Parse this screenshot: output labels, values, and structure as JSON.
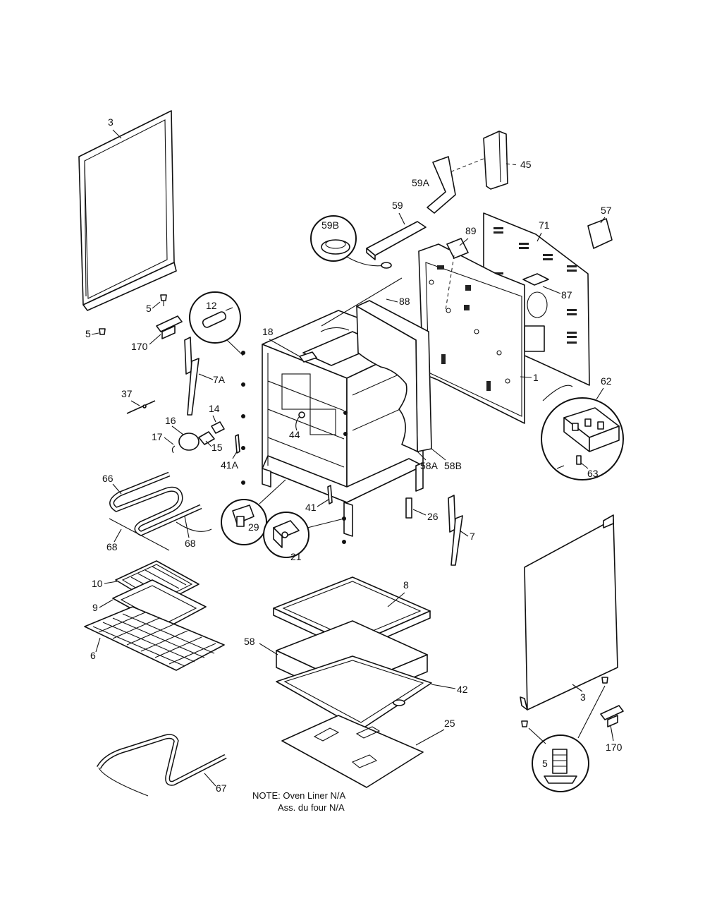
{
  "labels": {
    "p3_left": "3",
    "p5_a": "5",
    "p5_b": "5",
    "p170_left": "170",
    "p12": "12",
    "p18": "18",
    "p7A": "7A",
    "p37": "37",
    "p14": "14",
    "p16": "16",
    "p17": "17",
    "p15": "15",
    "p41A": "41A",
    "p44": "44",
    "p66": "66",
    "p68_a": "68",
    "p68_b": "68",
    "p29": "29",
    "p41": "41",
    "p21": "21",
    "p26": "26",
    "p7": "7",
    "p10": "10",
    "p9": "9",
    "p6": "6",
    "p8": "8",
    "p58": "58",
    "p42": "42",
    "p25": "25",
    "p67": "67",
    "p45": "45",
    "p59A": "59A",
    "p59": "59",
    "p59B": "59B",
    "p57": "57",
    "p89": "89",
    "p71": "71",
    "p88": "88",
    "p87": "87",
    "p1": "1",
    "p62": "62",
    "p63": "63",
    "p58A": "58A",
    "p58B": "58B",
    "p3_right": "3",
    "p170_right": "170",
    "p5_right": "5"
  },
  "note": {
    "line1": "NOTE: Oven Liner N/A",
    "line2": "Ass. du four N/A"
  }
}
